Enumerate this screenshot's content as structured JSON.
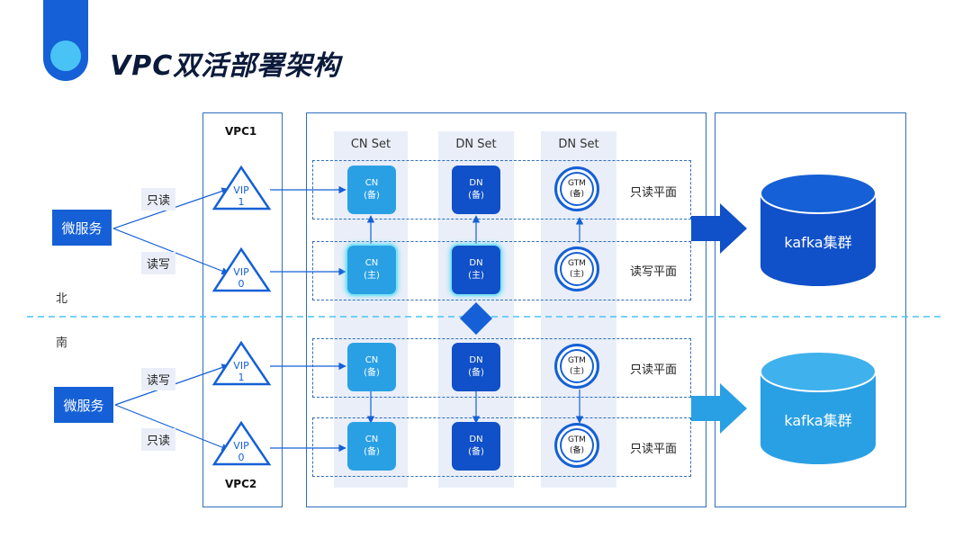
{
  "title": "VPC双活部署架构",
  "vpc1_label": "VPC1",
  "vpc2_label": "VPC2",
  "set_labels": {
    "cn": "CN Set",
    "dn": "DN Set",
    "gtm": "DN Set"
  },
  "microservice_label": "微服务",
  "links": {
    "north_top": "只读",
    "north_bottom": "读写",
    "south_top": "读写",
    "south_bottom": "只读"
  },
  "vips": [
    {
      "line1": "VIP",
      "line2": "1"
    },
    {
      "line1": "VIP",
      "line2": "0"
    },
    {
      "line1": "VIP",
      "line2": "1"
    },
    {
      "line1": "VIP",
      "line2": "0"
    }
  ],
  "rows": [
    {
      "cn": {
        "name": "CN",
        "role": "(备)"
      },
      "dn": {
        "name": "DN",
        "role": "(备)"
      },
      "gtm": {
        "name": "GTM",
        "role": "(备)"
      },
      "plane": "只读平面"
    },
    {
      "cn": {
        "name": "CN",
        "role": "(主)"
      },
      "dn": {
        "name": "DN",
        "role": "(主)"
      },
      "gtm": {
        "name": "GTM",
        "role": "(主)"
      },
      "plane": "读写平面"
    },
    {
      "cn": {
        "name": "CN",
        "role": "(备)"
      },
      "dn": {
        "name": "DN",
        "role": "(备)"
      },
      "gtm": {
        "name": "GTM",
        "role": "(主)"
      },
      "plane": "只读平面"
    },
    {
      "cn": {
        "name": "CN",
        "role": "(备)"
      },
      "dn": {
        "name": "DN",
        "role": "(备)"
      },
      "gtm": {
        "name": "GTM",
        "role": "(备)"
      },
      "plane": "只读平面"
    }
  ],
  "north_label": "北",
  "south_label": "南",
  "kafka_label": "kafka集群",
  "colors": {
    "primary": "#1560d6",
    "light": "#2aa0e4",
    "dashed": "#49c3f5",
    "panel_fill": "#e9eef8"
  }
}
